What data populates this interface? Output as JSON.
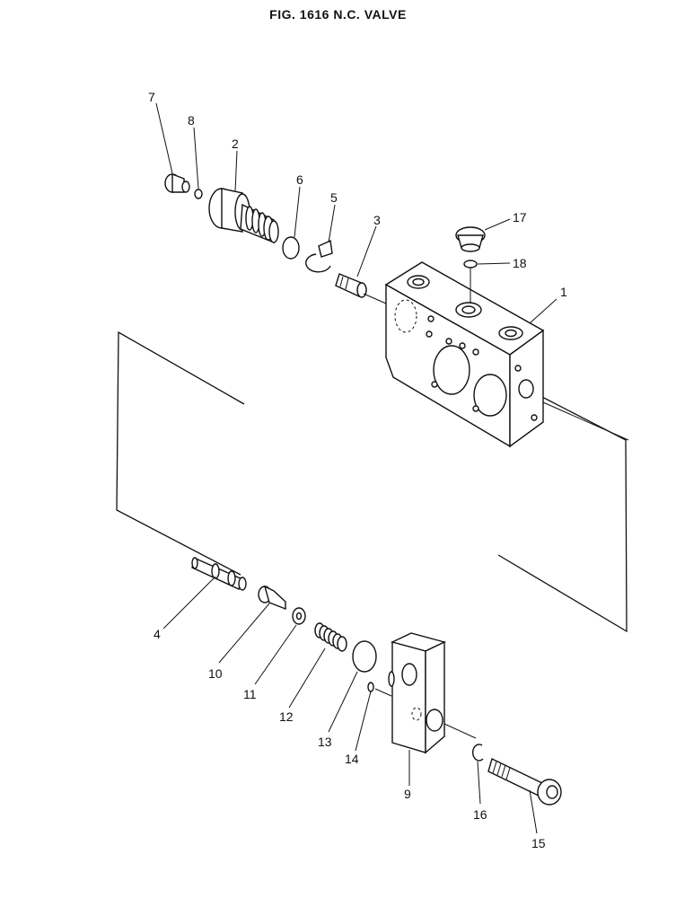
{
  "figure": {
    "title": "FIG. 1616   N.C. VALVE"
  },
  "callouts": [
    "1",
    "2",
    "3",
    "4",
    "5",
    "6",
    "7",
    "8",
    "9",
    "10",
    "11",
    "12",
    "13",
    "14",
    "15",
    "16",
    "17",
    "18"
  ]
}
